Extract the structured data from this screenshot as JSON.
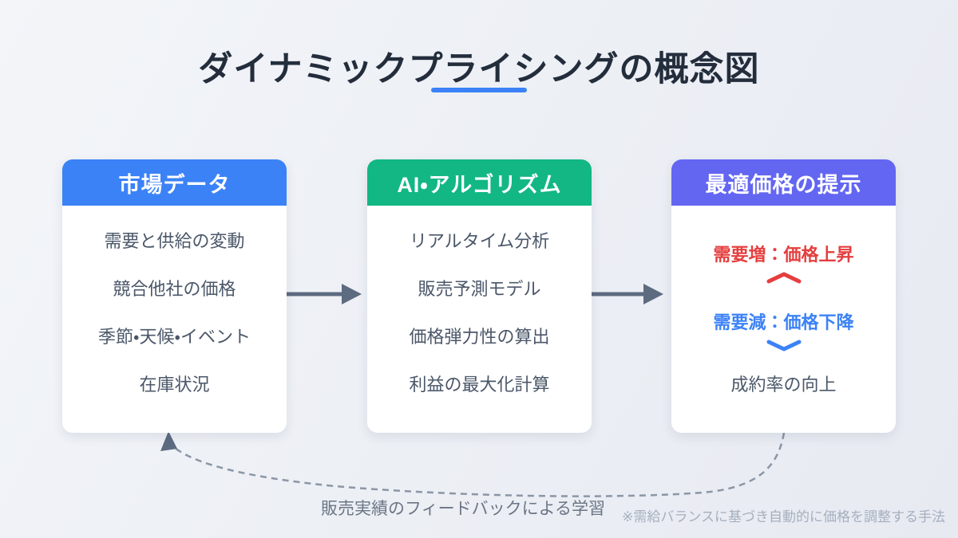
{
  "title": "ダイナミックプライシングの概念図",
  "cards": [
    {
      "header": "市場データ",
      "header_color": "#3b82f6",
      "items": [
        "需要と供給の変動",
        "競合他社の価格",
        "季節・天候・イベント",
        "在庫状況"
      ]
    },
    {
      "header": "AI・アルゴリズム",
      "header_color": "#12b784",
      "items": [
        "リアルタイム分析",
        "販売予測モデル",
        "価格弾力性の算出",
        "利益の最大化計算"
      ]
    },
    {
      "header": "最適価格の提示",
      "header_color": "#6366f1",
      "highlights": [
        {
          "label": "需要増：価格上昇",
          "color": "#e53e3e",
          "direction": "up"
        },
        {
          "label": "需要減：価格下降",
          "color": "#3b82f6",
          "direction": "down"
        }
      ],
      "footer_item": "成約率の向上"
    }
  ],
  "feedback_label": "販売実績のフィードバックによる学習",
  "footnote": "※需給バランスに基づき自動的に価格を調整する手法",
  "colors": {
    "accent_blue": "#3b82f6",
    "green": "#12b784",
    "purple": "#6366f1",
    "red": "#e53e3e",
    "flow_arrow": "#5d6b80",
    "feedback_dash": "#8b96a6",
    "title_text": "#232d3c",
    "body_text": "#4b5769",
    "background": "#edf0f5"
  }
}
